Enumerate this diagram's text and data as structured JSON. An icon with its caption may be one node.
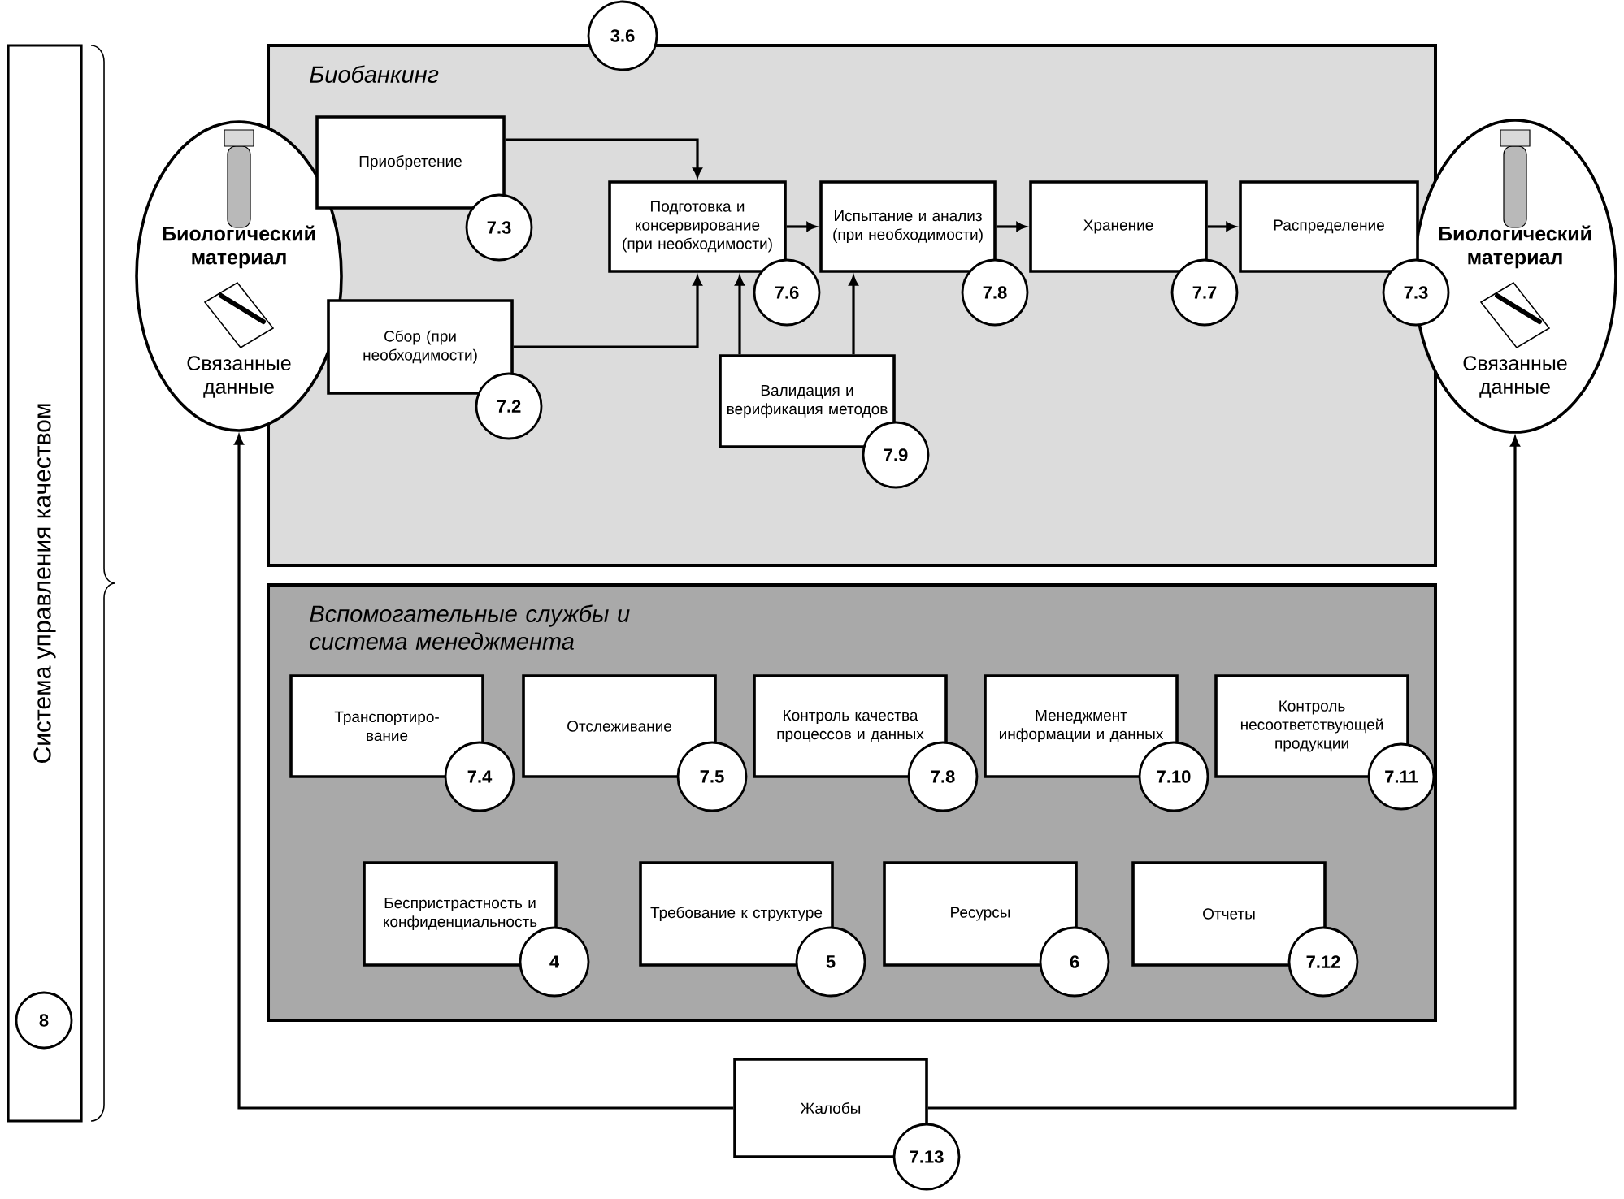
{
  "diagram": {
    "nodes": [
      {
        "text": [
          "Система управления качеством"
        ]
      },
      {
        "text": [
          "8"
        ],
        "in": 0
      },
      {
        "text": [
          "Биобанкинг"
        ]
      },
      {
        "text": [
          "3.6"
        ]
      },
      {
        "text": [
          "Биологический материал",
          "Связанные данные"
        ]
      },
      {
        "text": [
          "Приобретение"
        ],
        "in": 2
      },
      {
        "text": [
          "7.3"
        ],
        "in": 2
      },
      {
        "text": [
          "Сбор (при необходимости)"
        ],
        "in": 2
      },
      {
        "text": [
          "7.2"
        ],
        "in": 2
      },
      {
        "text": [
          "Подготовка и консервирование (при необходимости)"
        ],
        "in": 2
      },
      {
        "text": [
          "7.6"
        ],
        "in": 2
      },
      {
        "text": [
          "Испытание и анализ (при необходимости)"
        ],
        "in": 2
      },
      {
        "text": [
          "7.8"
        ],
        "in": 2
      },
      {
        "text": [
          "Хранение"
        ],
        "in": 2
      },
      {
        "text": [
          "7.7"
        ],
        "in": 2
      },
      {
        "text": [
          "Распределение"
        ],
        "in": 2
      },
      {
        "text": [
          "7.3"
        ]
      },
      {
        "text": [
          "Биологический материал",
          "Связанные данные"
        ]
      },
      {
        "text": [
          "Валидация и верификация методов"
        ],
        "in": 2
      },
      {
        "text": [
          "7.9"
        ],
        "in": 2
      },
      {
        "text": [
          "Вспомогательные службы и система менеджмента"
        ]
      },
      {
        "text": [
          "Транспортиро-вание"
        ],
        "in": 20
      },
      {
        "text": [
          "7.4"
        ],
        "in": 20
      },
      {
        "text": [
          "Отслеживание"
        ],
        "in": 20
      },
      {
        "text": [
          "7.5"
        ],
        "in": 20
      },
      {
        "text": [
          "Контроль качества процессов и данных"
        ],
        "in": 20
      },
      {
        "text": [
          "7.8"
        ],
        "in": 20
      },
      {
        "text": [
          "Менеджмент информации и данных"
        ],
        "in": 20
      },
      {
        "text": [
          "7.10"
        ],
        "in": 20
      },
      {
        "text": [
          "Контроль несоответствующей продукции"
        ],
        "in": 20
      },
      {
        "text": [
          "7.11"
        ],
        "in": 20
      },
      {
        "text": [
          "Беспристрастность и конфиденциальность"
        ],
        "in": 20
      },
      {
        "text": [
          "4"
        ],
        "in": 20
      },
      {
        "text": [
          "Требование к структуре"
        ],
        "in": 20
      },
      {
        "text": [
          "5"
        ],
        "in": 20
      },
      {
        "text": [
          "Ресурсы"
        ],
        "in": 20
      },
      {
        "text": [
          "6"
        ],
        "in": 20
      },
      {
        "text": [
          "Отчеты"
        ],
        "in": 20
      },
      {
        "text": [
          "7.12"
        ],
        "in": 20
      },
      {
        "text": [
          "Жалобы"
        ]
      },
      {
        "text": [
          "7.13"
        ]
      }
    ],
    "edges": [
      {
        "from": 5,
        "to": 9,
        "arrow": "to"
      },
      {
        "from": 7,
        "to": 9,
        "arrow": "to"
      },
      {
        "from": 18,
        "to": 9,
        "arrow": "to"
      },
      {
        "from": 18,
        "to": 11,
        "arrow": "to"
      },
      {
        "from": 9,
        "to": 11,
        "arrow": "to"
      },
      {
        "from": 11,
        "to": 13,
        "arrow": "to"
      },
      {
        "from": 13,
        "to": 15,
        "arrow": "to"
      },
      {
        "from": 39,
        "to": 4,
        "arrow": "to"
      },
      {
        "from": 39,
        "to": 17,
        "arrow": "to"
      }
    ]
  }
}
